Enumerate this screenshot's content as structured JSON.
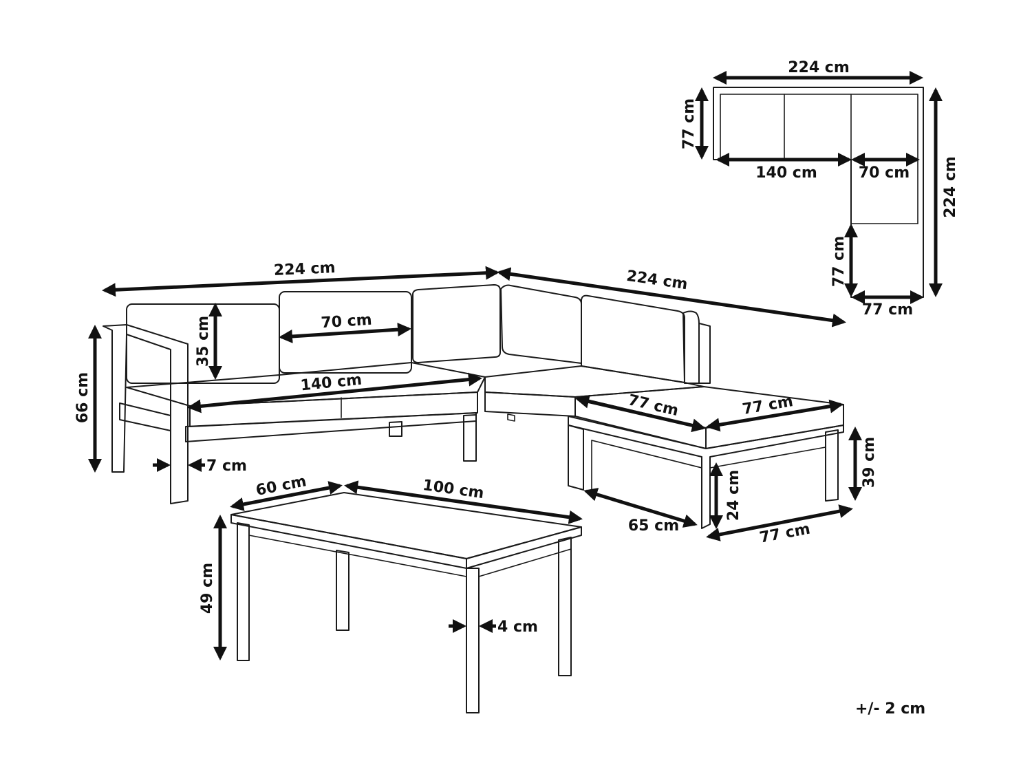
{
  "drawing": {
    "plan_view": {
      "width_top": "224 cm",
      "depth_left": "77 cm",
      "seat_long": "140 cm",
      "seat_corner": "70 cm",
      "depth_right": "224 cm",
      "chaise_depth": "77 cm",
      "chaise_width": "77 cm"
    },
    "sofa": {
      "length_left": "224 cm",
      "length_right": "224 cm",
      "cushion_width": "70 cm",
      "back_height": "35 cm",
      "seat_length": "140 cm",
      "total_height": "66 cm",
      "arm_width": "7 cm"
    },
    "chaise": {
      "depth_a": "77 cm",
      "depth_b": "77 cm",
      "height": "39 cm",
      "leg_height": "24 cm",
      "inner_depth": "65 cm",
      "front_width": "77 cm"
    },
    "table": {
      "depth": "60 cm",
      "length": "100 cm",
      "height": "49 cm",
      "leg_width": "4 cm"
    },
    "tolerance": "+/- 2 cm"
  }
}
